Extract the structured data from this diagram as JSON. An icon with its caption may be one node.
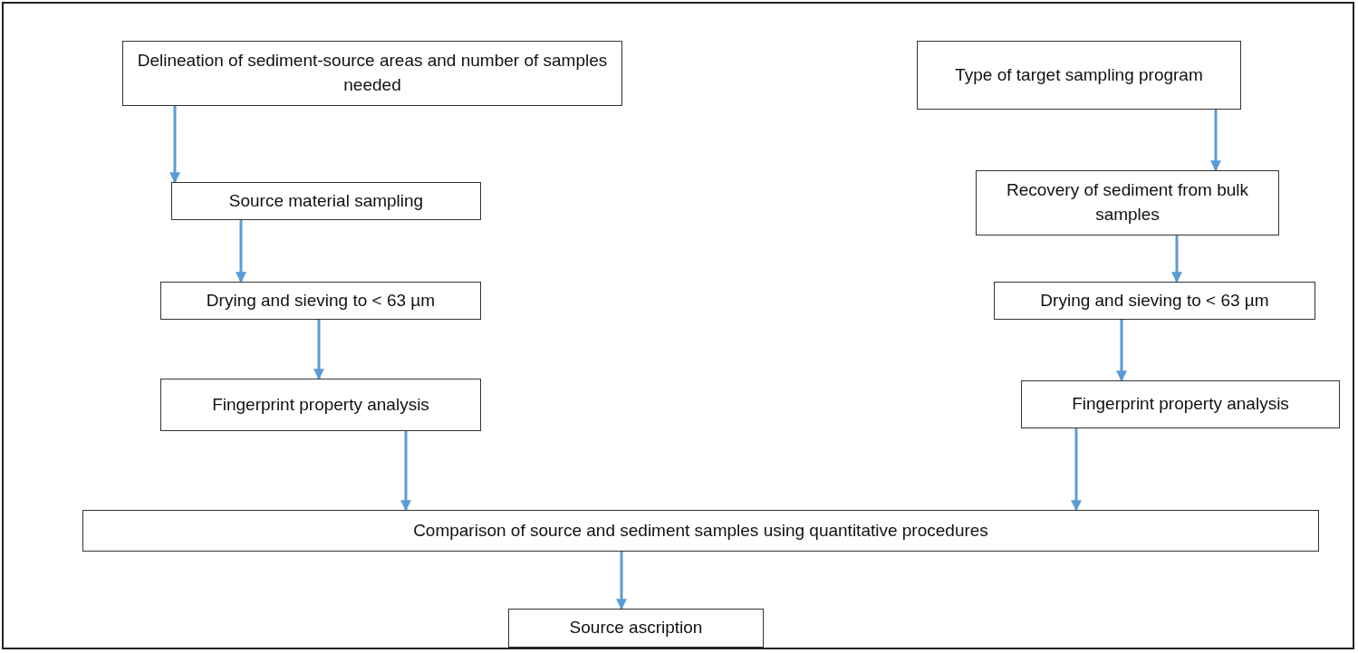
{
  "diagram": {
    "nodes": [
      {
        "text": [
          "Delineation of sediment-source areas and number of samples needed"
        ]
      },
      {
        "text": [
          "Source material sampling"
        ]
      },
      {
        "text": [
          "Drying and sieving to < 63 µm"
        ]
      },
      {
        "text": [
          "Fingerprint property analysis"
        ]
      },
      {
        "text": [
          "Type of target sampling program"
        ]
      },
      {
        "text": [
          "Recovery of sediment from bulk samples"
        ]
      },
      {
        "text": [
          "Drying and sieving to < 63 µm"
        ]
      },
      {
        "text": [
          "Fingerprint property analysis"
        ]
      },
      {
        "text": [
          "Comparison of source and sediment samples using quantitative procedures"
        ]
      },
      {
        "text": [
          "Source ascription"
        ]
      }
    ],
    "edges": [
      {
        "from": 0,
        "to": 1,
        "arrow": "to"
      },
      {
        "from": 1,
        "to": 2,
        "arrow": "to"
      },
      {
        "from": 2,
        "to": 3,
        "arrow": "to"
      },
      {
        "from": 3,
        "to": 8,
        "arrow": "to"
      },
      {
        "from": 4,
        "to": 5,
        "arrow": "to"
      },
      {
        "from": 5,
        "to": 6,
        "arrow": "to"
      },
      {
        "from": 6,
        "to": 7,
        "arrow": "to"
      },
      {
        "from": 7,
        "to": 8,
        "arrow": "to"
      },
      {
        "from": 8,
        "to": 9,
        "arrow": "to"
      }
    ]
  }
}
